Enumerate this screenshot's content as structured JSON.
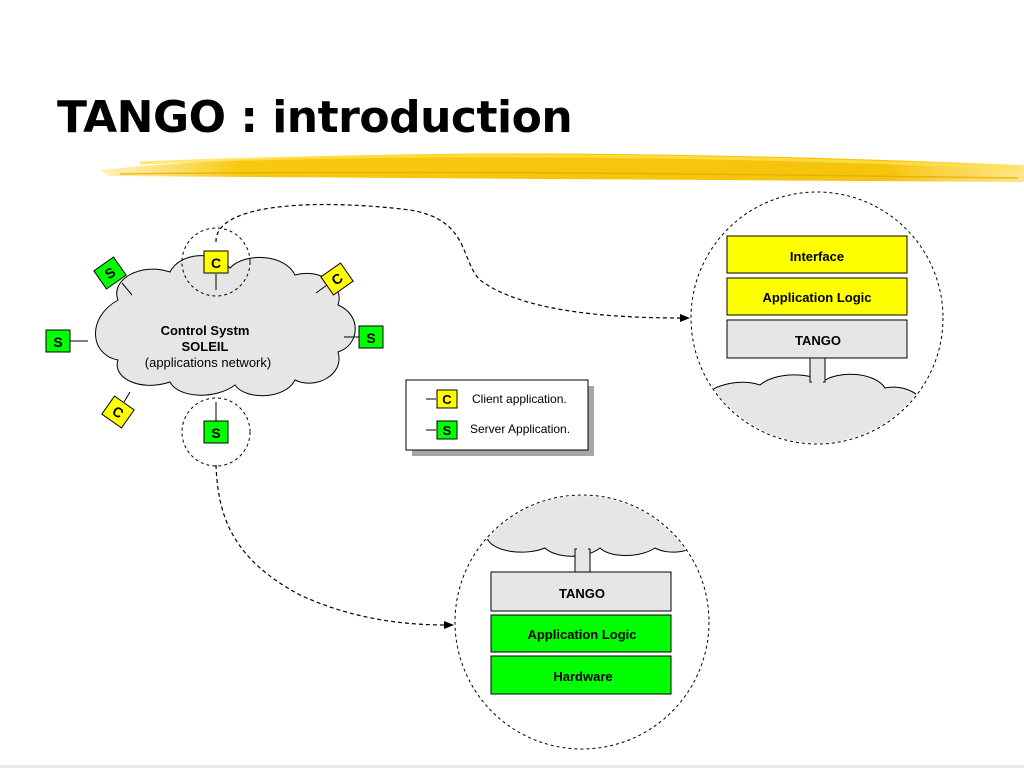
{
  "slide": {
    "title": "TANGO : introduction"
  },
  "network": {
    "line1": "Control Systm",
    "line2": "SOLEIL",
    "line3": "(applications network)"
  },
  "node_letters": {
    "client": "C",
    "server": "S"
  },
  "legend": {
    "client_label": "Client application.",
    "server_label": "Server Application."
  },
  "client_stack": {
    "layers": [
      "Interface",
      "Application Logic",
      "TANGO"
    ]
  },
  "server_stack": {
    "layers": [
      "TANGO",
      "Application Logic",
      "Hardware"
    ]
  },
  "colors": {
    "client": "#ffff00",
    "server": "#00ff00",
    "tango": "#e6e6e6",
    "cloud": "#e6e6e6",
    "highlight_stroke": "#f5c400"
  }
}
